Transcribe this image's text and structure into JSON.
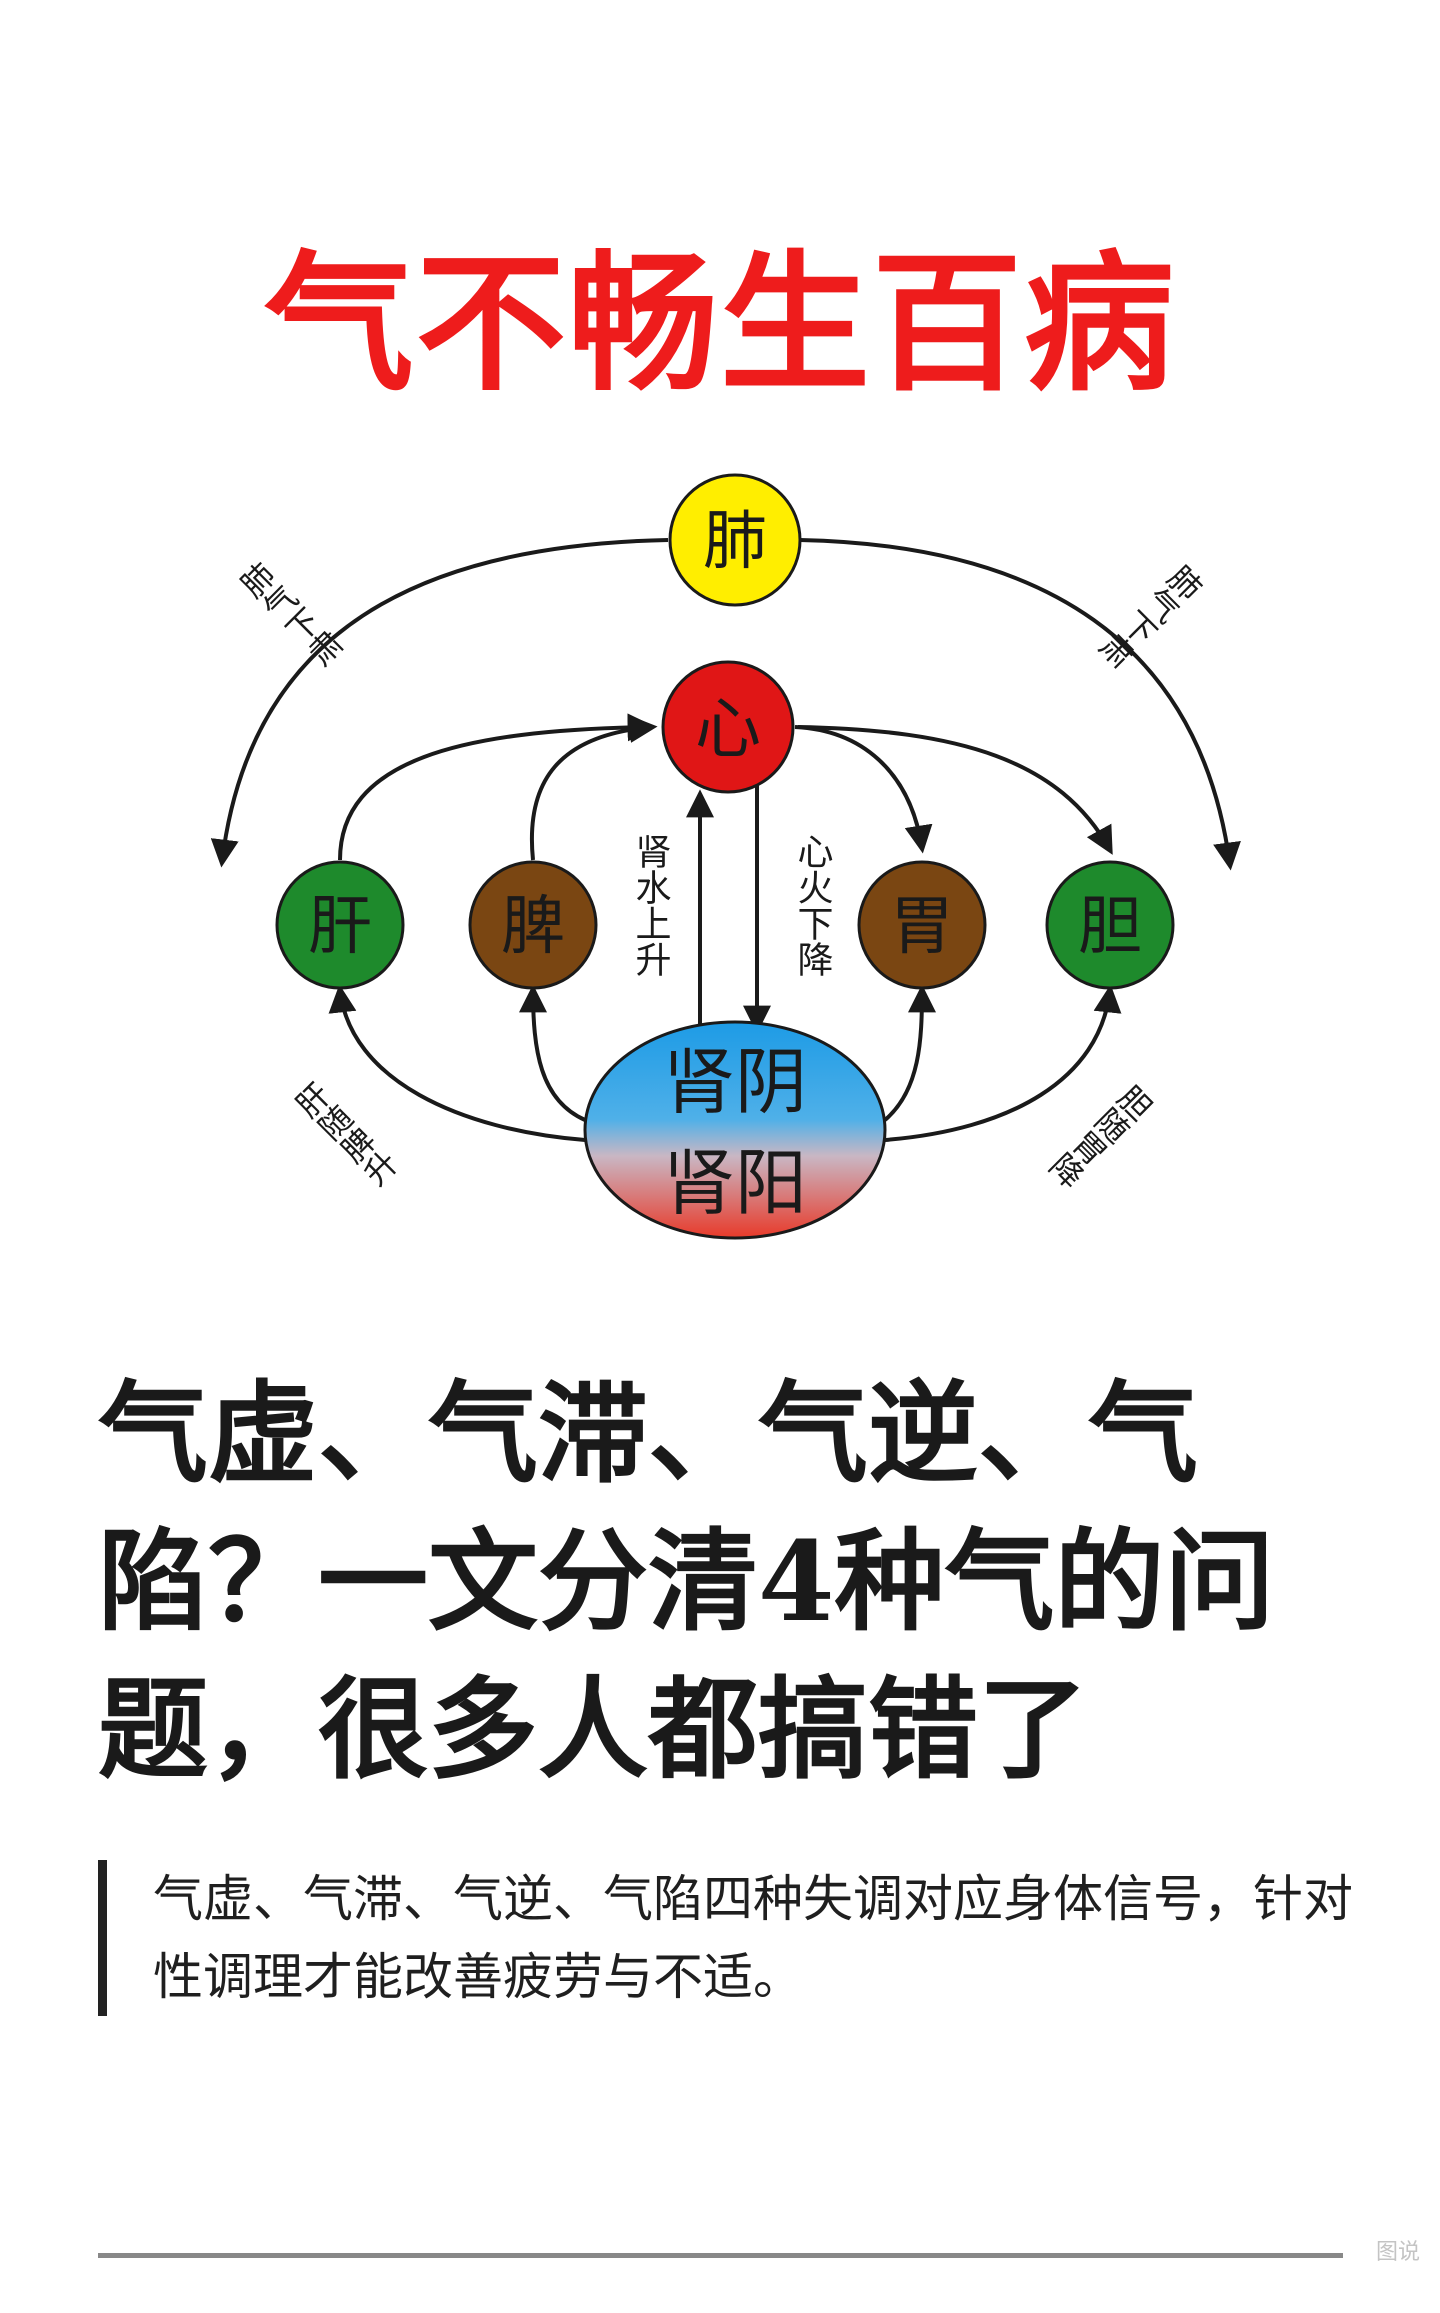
{
  "poster": {
    "title": "气不畅生百病",
    "nodes": {
      "lung": "肺",
      "heart": "心",
      "liver": "肝",
      "spleen": "脾",
      "stomach": "胃",
      "gallbladder": "胆",
      "kidney_yin": "肾阴",
      "kidney_yang": "肾阳"
    },
    "node_colors": {
      "lung": "#ffee00",
      "heart": "#e01616",
      "liver": "#1e8a2c",
      "spleen": "#7a4612",
      "stomach": "#7a4612",
      "gallbladder": "#1e8a2c",
      "kidney_top": "#1d9be6",
      "kidney_bottom": "#e83a2a"
    },
    "labels": {
      "lung_left": "肺气下肃",
      "lung_right": "肺气下肃",
      "kidney_water": "肾水上升",
      "heart_fire": "心火下降",
      "liver_rise": "肝随脾升",
      "gallbladder_fall": "胆随胃降"
    }
  },
  "article": {
    "title": "气虚、气滞、气逆、气陷？一文分清4种气的问题，很多人都搞错了",
    "summary": "气虚、气滞、气逆、气陷四种失调对应身体信号，针对性调理才能改善疲劳与不适。"
  },
  "footer": {
    "watermark": "图说"
  }
}
